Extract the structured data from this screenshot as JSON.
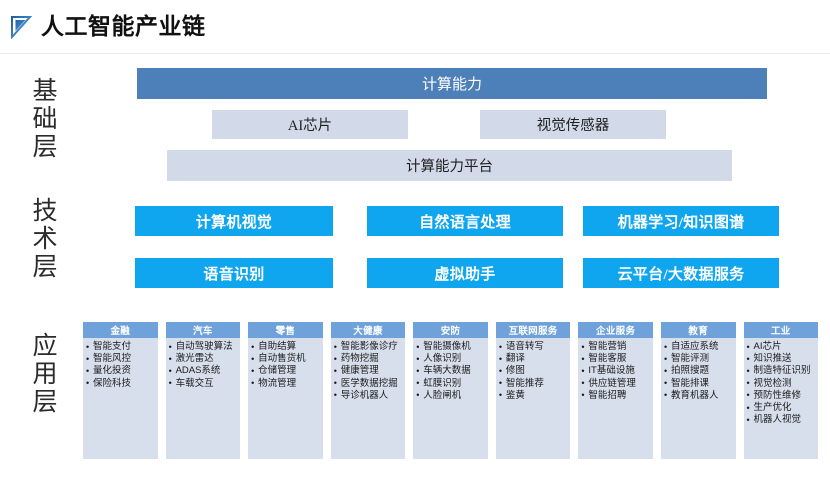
{
  "header": {
    "title": "人工智能产业链",
    "logo_icon": "play-triangle-icon",
    "accent_color": "#2e6da4"
  },
  "layers": {
    "foundation_label": "基础层",
    "technology_label": "技术层",
    "application_label": "应用层"
  },
  "foundation": {
    "primary_color": "#4d80b9",
    "secondary_color": "#d2dae9",
    "blocks": [
      {
        "label": "计算能力"
      },
      {
        "label": "AI芯片"
      },
      {
        "label": "视觉传感器"
      },
      {
        "label": "计算能力平台"
      }
    ]
  },
  "technology": {
    "color": "#0fa6ef",
    "blocks": [
      {
        "label": "计算机视觉"
      },
      {
        "label": "自然语言处理"
      },
      {
        "label": "机器学习/知识图谱"
      },
      {
        "label": "语音识别"
      },
      {
        "label": "虚拟助手"
      },
      {
        "label": "云平台/大数据服务"
      }
    ]
  },
  "application": {
    "header_color": "#6fa2da",
    "body_color": "#d7dfec",
    "columns": [
      {
        "title": "金融",
        "items": [
          "智能支付",
          "智能风控",
          "量化投资",
          "保险科技"
        ]
      },
      {
        "title": "汽车",
        "items": [
          "自动驾驶算法",
          "激光雷达",
          "ADAS系统",
          "车载交互"
        ]
      },
      {
        "title": "零售",
        "items": [
          "自助结算",
          "自动售货机",
          "仓储管理",
          "物流管理"
        ]
      },
      {
        "title": "大健康",
        "items": [
          "智能影像诊疗",
          "药物挖掘",
          "健康管理",
          "医学数据挖掘",
          "导诊机器人"
        ]
      },
      {
        "title": "安防",
        "items": [
          "智能摄像机",
          "人像识别",
          "车辆大数据",
          "虹膜识别",
          "人脸闸机"
        ]
      },
      {
        "title": "互联网服务",
        "items": [
          "语音转写",
          "翻译",
          "修图",
          "智能推荐",
          "鉴黄"
        ]
      },
      {
        "title": "企业服务",
        "items": [
          "智能营销",
          "智能客服",
          "IT基础设施",
          "供应链管理",
          "智能招聘"
        ]
      },
      {
        "title": "教育",
        "items": [
          "自适应系统",
          "智能评测",
          "拍照搜题",
          "智能排课",
          "教育机器人"
        ]
      },
      {
        "title": "工业",
        "items": [
          "AI芯片",
          "知识推送",
          "制造特征识别",
          "视觉检测",
          "预防性维修",
          "生产优化",
          "机器人视觉"
        ]
      }
    ]
  }
}
